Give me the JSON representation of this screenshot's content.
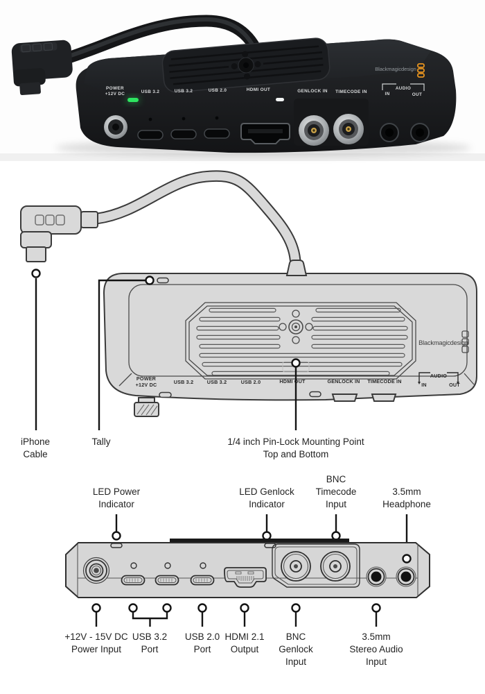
{
  "photo": {
    "brand": "Blackmagicdesign",
    "power_line1": "POWER",
    "power_line2": "+12V DC",
    "usb32_first": "USB 3.2",
    "usb32_second": "USB 3.2",
    "usb20": "USB 2.0",
    "hdmi_out": "HDMI OUT",
    "genlock_in": "GENLOCK IN",
    "timecode_in": "TIMECODE IN",
    "audio": "AUDIO",
    "audio_in": "IN",
    "audio_out": "OUT",
    "led_green_color": "#2ee561",
    "led_white_color": "#f2f4f4",
    "logo_dots_color": "#e8941f"
  },
  "top_view": {
    "brand": "Blackmagicdesign",
    "power_line1": "POWER",
    "power_line2": "+12V DC",
    "usb32_first": "USB 3.2",
    "usb32_second": "USB 3.2",
    "usb20": "USB 2.0",
    "hdmi_out": "HDMI OUT",
    "genlock_in": "GENLOCK IN",
    "timecode_in": "TIMECODE IN",
    "audio": "AUDIO",
    "audio_in": "IN",
    "audio_out": "OUT",
    "callout_iphone_line1": "iPhone",
    "callout_iphone_line2": "Cable",
    "callout_tally": "Tally",
    "callout_mount_line1": "1/4 inch Pin-Lock Mounting Point",
    "callout_mount_line2": "Top and Bottom"
  },
  "front_view": {
    "led_power_line1": "LED Power",
    "led_power_line2": "Indicator",
    "led_genlock_line1": "LED Genlock",
    "led_genlock_line2": "Indicator",
    "bnc_timecode_line1": "BNC",
    "bnc_timecode_line2": "Timecode",
    "bnc_timecode_line3": "Input",
    "headphone_line1": "3.5mm",
    "headphone_line2": "Headphone",
    "power_line1": "+12V - 15V DC",
    "power_line2": "Power Input",
    "usb32_line1": "USB 3.2",
    "usb32_line2": "Port",
    "usb20_line1": "USB 2.0",
    "usb20_line2": "Port",
    "hdmi_line1": "HDMI 2.1",
    "hdmi_line2": "Output",
    "bnc_genlock_line1": "BNC",
    "bnc_genlock_line2": "Genlock",
    "bnc_genlock_line3": "Input",
    "audio_input_line1": "3.5mm",
    "audio_input_line2": "Stereo Audio",
    "audio_input_line3": "Input"
  }
}
